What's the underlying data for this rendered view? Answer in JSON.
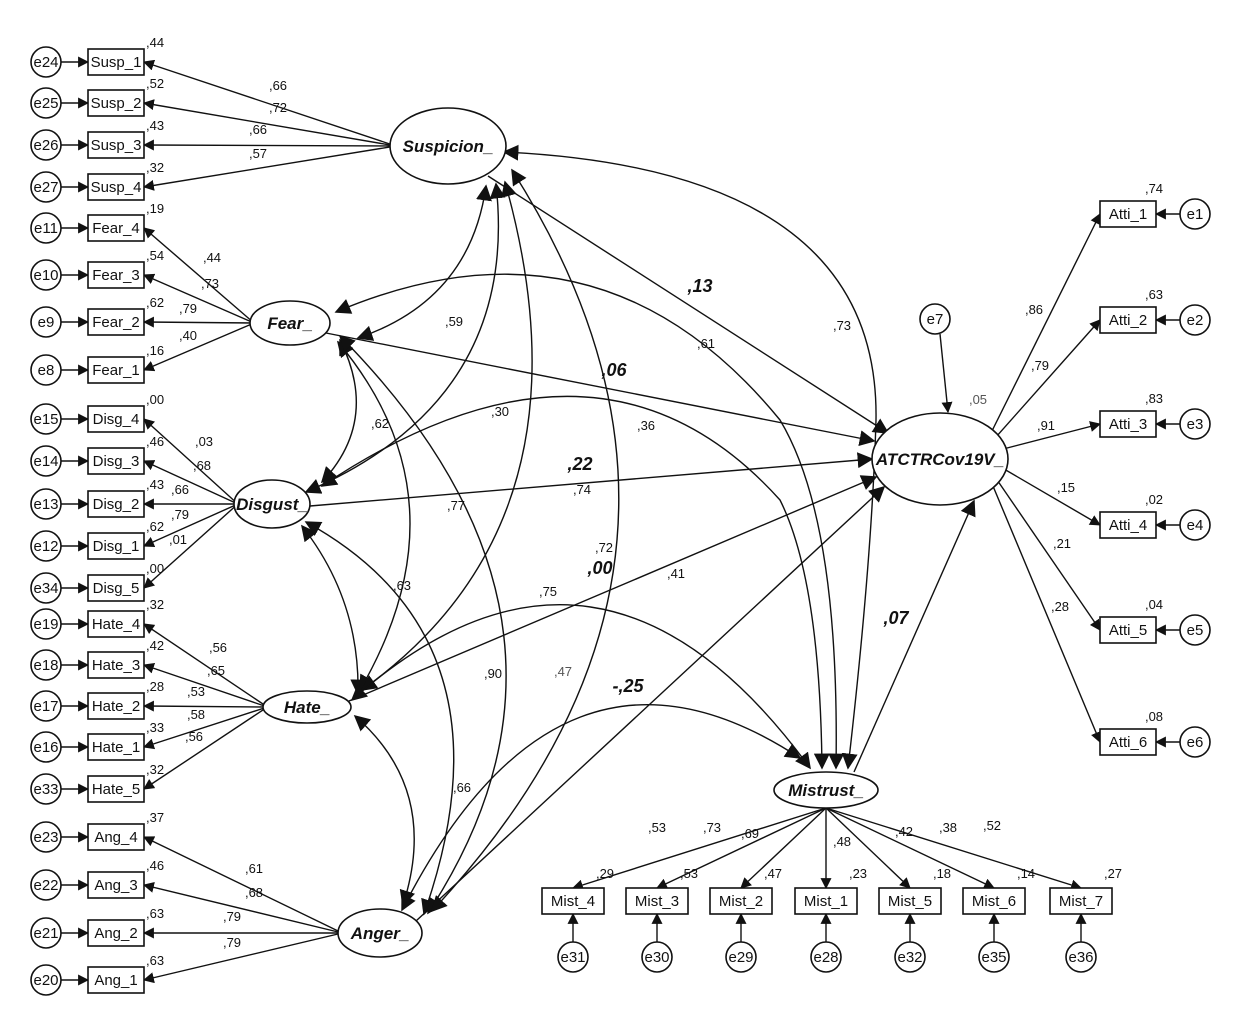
{
  "latents": {
    "suspicion": "Suspicion_",
    "fear": "Fear_",
    "disgust": "Disgust_",
    "hate": "Hate_",
    "anger": "Anger_",
    "atctr": "ATCTRCov19V_",
    "mistrust": "Mistrust_"
  },
  "indicators": {
    "susp": [
      {
        "name": "Susp_1",
        "err": "e24",
        "load": ",66",
        "r2": ",44"
      },
      {
        "name": "Susp_2",
        "err": "e25",
        "load": ",72",
        "r2": ",52"
      },
      {
        "name": "Susp_3",
        "err": "e26",
        "load": ",66",
        "r2": ",43"
      },
      {
        "name": "Susp_4",
        "err": "e27",
        "load": ",57",
        "r2": ",32"
      }
    ],
    "fear": [
      {
        "name": "Fear_4",
        "err": "e11",
        "load": ",44",
        "r2": ",19"
      },
      {
        "name": "Fear_3",
        "err": "e10",
        "load": ",73",
        "r2": ",54"
      },
      {
        "name": "Fear_2",
        "err": "e9",
        "load": ",79",
        "r2": ",62"
      },
      {
        "name": "Fear_1",
        "err": "e8",
        "load": ",40",
        "r2": ",16"
      }
    ],
    "disg": [
      {
        "name": "Disg_4",
        "err": "e15",
        "load": ",03",
        "r2": ",00"
      },
      {
        "name": "Disg_3",
        "err": "e14",
        "load": ",68",
        "r2": ",46"
      },
      {
        "name": "Disg_2",
        "err": "e13",
        "load": ",66",
        "r2": ",43"
      },
      {
        "name": "Disg_1",
        "err": "e12",
        "load": ",79",
        "r2": ",62"
      },
      {
        "name": "Disg_5",
        "err": "e34",
        "load": ",01",
        "r2": ",00"
      }
    ],
    "hate": [
      {
        "name": "Hate_4",
        "err": "e19",
        "load": ",56",
        "r2": ",32"
      },
      {
        "name": "Hate_3",
        "err": "e18",
        "load": ",65",
        "r2": ",42"
      },
      {
        "name": "Hate_2",
        "err": "e17",
        "load": ",53",
        "r2": ",28"
      },
      {
        "name": "Hate_1",
        "err": "e16",
        "load": ",58",
        "r2": ",33"
      },
      {
        "name": "Hate_5",
        "err": "e33",
        "load": ",56",
        "r2": ",32"
      }
    ],
    "ang": [
      {
        "name": "Ang_4",
        "err": "e23",
        "load": ",61",
        "r2": ",37"
      },
      {
        "name": "Ang_3",
        "err": "e22",
        "load": ",68",
        "r2": ",46"
      },
      {
        "name": "Ang_2",
        "err": "e21",
        "load": ",79",
        "r2": ",63"
      },
      {
        "name": "Ang_1",
        "err": "e20",
        "load": ",79",
        "r2": ",63"
      }
    ],
    "atti": [
      {
        "name": "Atti_1",
        "err": "e1",
        "load": ",86",
        "r2": ",74"
      },
      {
        "name": "Atti_2",
        "err": "e2",
        "load": ",79",
        "r2": ",63"
      },
      {
        "name": "Atti_3",
        "err": "e3",
        "load": ",91",
        "r2": ",83"
      },
      {
        "name": "Atti_4",
        "err": "e4",
        "load": ",15",
        "r2": ",02"
      },
      {
        "name": "Atti_5",
        "err": "e5",
        "load": ",21",
        "r2": ",04"
      },
      {
        "name": "Atti_6",
        "err": "e6",
        "load": ",28",
        "r2": ",08"
      }
    ],
    "mist": [
      {
        "name": "Mist_4",
        "err": "e31",
        "load": ",53",
        "r2": ",29"
      },
      {
        "name": "Mist_3",
        "err": "e30",
        "load": ",73",
        "r2": ",53"
      },
      {
        "name": "Mist_2",
        "err": "e29",
        "load": ",69",
        "r2": ",47"
      },
      {
        "name": "Mist_1",
        "err": "e28",
        "load": ",48",
        "r2": ",23"
      },
      {
        "name": "Mist_5",
        "err": "e32",
        "load": ",42",
        "r2": ",18"
      },
      {
        "name": "Mist_6",
        "err": "e35",
        "load": ",38",
        "r2": ",14"
      },
      {
        "name": "Mist_7",
        "err": "e36",
        "load": ",52",
        "r2": ",27"
      }
    ]
  },
  "structural": {
    "e7": "e7",
    "atctr_r2": ",05",
    "susp_path": ",13",
    "fear_path": ",06",
    "disg_path": ",22",
    "hate_path": ",00",
    "anger_path": "-,25",
    "mist_path": ",07"
  },
  "correlations": {
    "fear_susp": ",59",
    "disg_fear": ",62",
    "disg_susp": ",30",
    "hate_disg": ",63",
    "hate_fear": ",77",
    "hate_susp": ",74",
    "anger_hate": ",66",
    "anger_disg": ",90",
    "anger_fear": ",75",
    "susp_mist": ",73",
    "fear_mist": ",61",
    "disg_mist": ",36",
    "hate_mist": ",72",
    "anger_mist": ",47",
    "extra": ",41"
  }
}
